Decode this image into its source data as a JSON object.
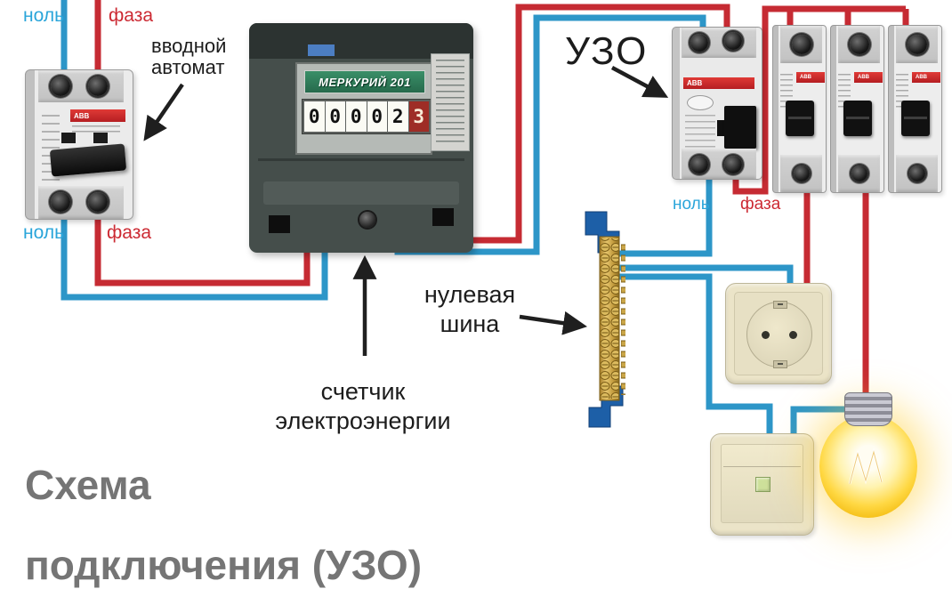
{
  "title": {
    "line1": "Схема",
    "line2": "подключения  (УЗО)"
  },
  "labels": {
    "neutral_top": "ноль",
    "phase_top": "фаза",
    "input_breaker": [
      "вводной",
      "автомат"
    ],
    "neutral_bottom": "ноль",
    "phase_bottom": "фаза",
    "rcd": "УЗО",
    "rcd_neutral": "ноль",
    "rcd_phase": "фаза",
    "neutral_bus": [
      "нулевая",
      "шина"
    ],
    "meter_caption": [
      "счетчик",
      "электроэнергии"
    ]
  },
  "meter": {
    "brand": "МЕРКУРИЙ 201",
    "digits": [
      "0",
      "0",
      "0",
      "0",
      "2"
    ],
    "digit_red": "3"
  },
  "brand": {
    "abb": "ABB"
  },
  "colors": {
    "phase_wire": "#c62b33",
    "neutral_wire": "#2d96c8",
    "phase_label": "#cc2a33",
    "neutral_label": "#2aa5da",
    "title_gray": "#757575",
    "bus_blue": "#1d5fa7",
    "brass": "#c9a23f",
    "device_beige": "#ebe4c8",
    "bulb_yellow": "#ffd843"
  }
}
